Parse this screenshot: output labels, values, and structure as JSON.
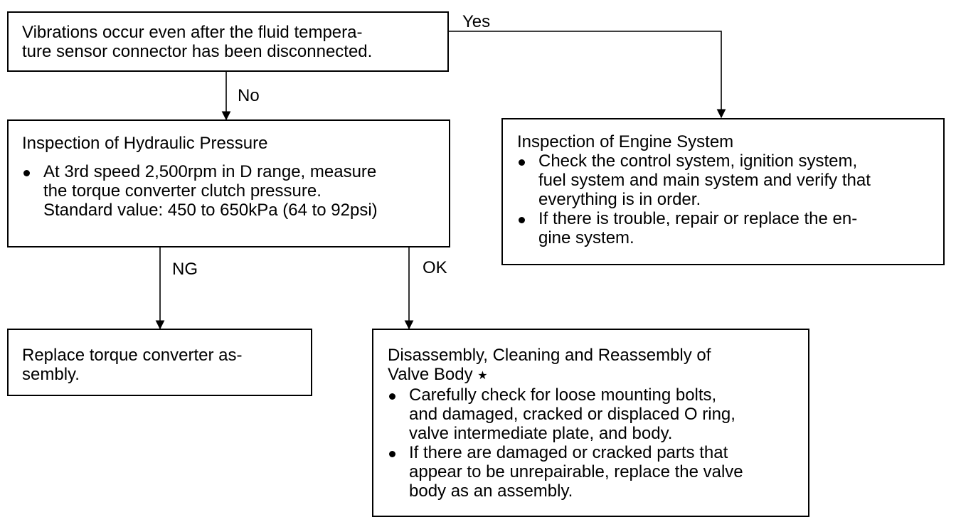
{
  "start": {
    "text_line1": "Vibrations occur even after the fluid tempera-",
    "text_line2": "ture sensor connector has been disconnected."
  },
  "branches": {
    "yes": "Yes",
    "no": "No",
    "ng": "NG",
    "ok": "OK"
  },
  "hydraulic": {
    "title": "Inspection of Hydraulic Pressure",
    "items": [
      {
        "lines": [
          "At 3rd speed 2,500rpm in D range, measure",
          "the torque converter clutch pressure.",
          "Standard value: 450 to 650kPa (64 to 92psi)"
        ]
      }
    ]
  },
  "engine": {
    "title": "Inspection of Engine System",
    "items": [
      {
        "lines": [
          "Check the control system, ignition system,",
          "fuel system and main system and verify that",
          "everything is in order."
        ]
      },
      {
        "lines": [
          "If there is trouble, repair or replace the en-",
          "gine system."
        ]
      }
    ]
  },
  "replace": {
    "line1": "Replace torque converter as-",
    "line2": "sembly."
  },
  "valve": {
    "title_line1": "Disassembly, Cleaning and Reassembly of",
    "title_line2": "Valve Body",
    "title_mark": "★",
    "items": [
      {
        "lines": [
          "Carefully check for loose mounting bolts,",
          "and damaged, cracked or displaced O ring,",
          "valve intermediate plate, and body."
        ]
      },
      {
        "lines": [
          "If there are damaged or cracked parts that",
          "appear to be unrepairable, replace the valve",
          "body as an assembly."
        ]
      }
    ]
  }
}
